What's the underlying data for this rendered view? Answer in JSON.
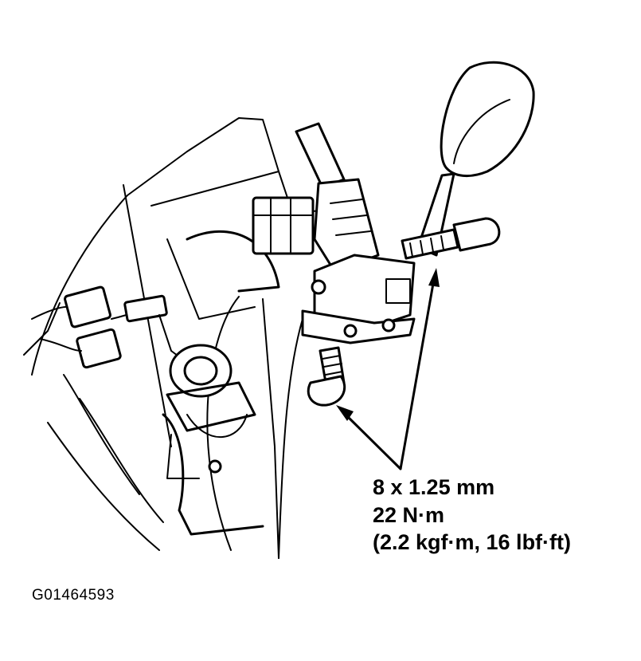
{
  "callout": {
    "bolt_size": "8 x 1.25 mm",
    "torque_nm": "22 N·m",
    "torque_alt": "(2.2 kgf·m, 16 lbf·ft)"
  },
  "figure_id": "G01464593"
}
